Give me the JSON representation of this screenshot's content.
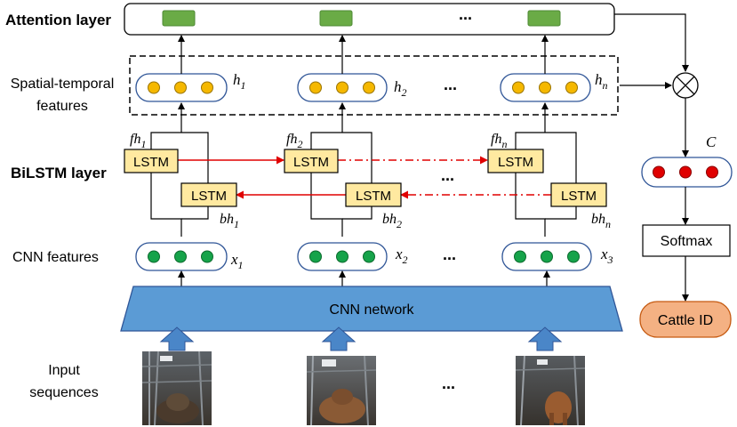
{
  "labels": {
    "attention": "Attention layer",
    "spatial_1": "Spatial-temporal",
    "spatial_2": "features",
    "bilstm": "BiLSTM layer",
    "cnn_features": "CNN features",
    "input_1": "Input",
    "input_2": "sequences"
  },
  "nodes": {
    "lstm": "LSTM",
    "cnn_network": "CNN network",
    "softmax": "Softmax",
    "cattle_id": "Cattle ID",
    "context": "C",
    "ellipsis": "..."
  },
  "vars": {
    "h": [
      "h",
      "h",
      "h"
    ],
    "h_sub": [
      "1",
      "2",
      "n"
    ],
    "x": [
      "x",
      "x",
      "x"
    ],
    "x_sub": [
      "1",
      "2",
      "3"
    ],
    "fh": [
      "fh",
      "fh",
      "fh"
    ],
    "fh_sub": [
      "1",
      "2",
      "n"
    ],
    "bh": [
      "bh",
      "bh",
      "bh"
    ],
    "bh_sub": [
      "1",
      "2",
      "n"
    ]
  },
  "colors": {
    "attention_cell": "#6aab46",
    "hidden_dot": "#f5b800",
    "cnn_dot": "#16a34a",
    "context_dot": "#e00000",
    "lstm_fill": "#ffe9a0",
    "cnn_band": "#5b9bd5",
    "cattle_fill": "#f4b183",
    "arrow_red": "#e00000"
  }
}
